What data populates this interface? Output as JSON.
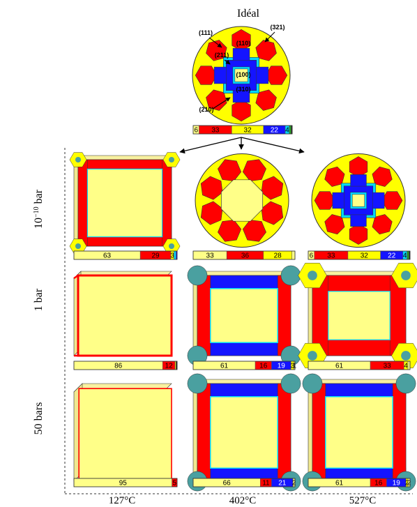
{
  "title": "Idéal",
  "ideal": {
    "facet_labels": [
      "(111)",
      "(321)",
      "(110)",
      "(211)",
      "(100)",
      "(310)",
      "(210)"
    ],
    "bar": [
      {
        "facet": "a",
        "value": 6,
        "label": "6"
      },
      {
        "facet": "b",
        "value": 33,
        "label": "33"
      },
      {
        "facet": "c",
        "value": 32,
        "label": "32"
      },
      {
        "facet": "d",
        "value": 22,
        "label": "22"
      },
      {
        "facet": "e",
        "value": 4,
        "label": "4"
      },
      {
        "facet": "f",
        "value": 2,
        "label": ""
      },
      {
        "facet": "g",
        "value": 1,
        "label": ""
      }
    ]
  },
  "colors": {
    "a": "#ffff88",
    "b": "#ff0000",
    "c": "#ffff00",
    "d": "#1414ff",
    "e": "#00d8ff",
    "f": "#22a022",
    "g": "#111111",
    "bar_text": "#000000",
    "bar_text_light": "#ffffff"
  },
  "row_labels": [
    {
      "main": "10",
      "sup": "−10",
      "tail": " bar"
    },
    {
      "main": "1 bar",
      "sup": "",
      "tail": ""
    },
    {
      "main": "50 bars",
      "sup": "",
      "tail": ""
    }
  ],
  "col_labels": [
    "127°C",
    "402°C",
    "527°C"
  ],
  "grid": [
    [
      {
        "shape": "cube-chamfer",
        "bar": [
          {
            "facet": "a",
            "value": 63,
            "label": "63"
          },
          {
            "facet": "b",
            "value": 29,
            "label": "29"
          },
          {
            "facet": "c",
            "value": 3,
            "label": "3"
          },
          {
            "facet": "e",
            "value": 2,
            "label": ""
          },
          {
            "facet": "d",
            "value": 1,
            "label": ""
          }
        ]
      },
      {
        "shape": "round-hex",
        "bar": [
          {
            "facet": "a",
            "value": 33,
            "label": "33"
          },
          {
            "facet": "b",
            "value": 36,
            "label": "36"
          },
          {
            "facet": "c",
            "value": 28,
            "label": "28"
          },
          {
            "facet": "a",
            "value": 3,
            "label": ""
          }
        ]
      },
      {
        "shape": "ideal-like",
        "bar": [
          {
            "facet": "a",
            "value": 6,
            "label": "6"
          },
          {
            "facet": "b",
            "value": 33,
            "label": "33"
          },
          {
            "facet": "c",
            "value": 32,
            "label": "32"
          },
          {
            "facet": "d",
            "value": 22,
            "label": "22"
          },
          {
            "facet": "e",
            "value": 4,
            "label": "4"
          },
          {
            "facet": "f",
            "value": 2,
            "label": ""
          },
          {
            "facet": "g",
            "value": 1,
            "label": ""
          }
        ]
      }
    ],
    [
      {
        "shape": "cube-edge-red",
        "bar": [
          {
            "facet": "a",
            "value": 86,
            "label": "86"
          },
          {
            "facet": "b",
            "value": 12,
            "label": "12"
          },
          {
            "facet": "c",
            "value": 1,
            "label": ""
          },
          {
            "facet": "g",
            "value": 1,
            "label": ""
          }
        ]
      },
      {
        "shape": "cube-rb-edges",
        "bar": [
          {
            "facet": "a",
            "value": 61,
            "label": "61"
          },
          {
            "facet": "b",
            "value": 16,
            "label": "16"
          },
          {
            "facet": "d",
            "value": 19,
            "label": "19"
          },
          {
            "facet": "c",
            "value": 3,
            "label": "3"
          },
          {
            "facet": "a",
            "value": 1,
            "label": "1"
          }
        ]
      },
      {
        "shape": "cube-chamfer-wide",
        "bar": [
          {
            "facet": "a",
            "value": 61,
            "label": "61"
          },
          {
            "facet": "b",
            "value": 33,
            "label": "33"
          },
          {
            "facet": "c",
            "value": 4,
            "label": "4"
          },
          {
            "facet": "a",
            "value": 2,
            "label": ""
          }
        ]
      }
    ],
    [
      {
        "shape": "cube-plain",
        "bar": [
          {
            "facet": "a",
            "value": 95,
            "label": "95"
          },
          {
            "facet": "b",
            "value": 5,
            "label": "5"
          }
        ]
      },
      {
        "shape": "cube-rb-edges",
        "bar": [
          {
            "facet": "a",
            "value": 66,
            "label": "66"
          },
          {
            "facet": "b",
            "value": 11,
            "label": "11"
          },
          {
            "facet": "d",
            "value": 21,
            "label": "21"
          },
          {
            "facet": "a",
            "value": 2,
            "label": "2"
          }
        ]
      },
      {
        "shape": "cube-rb-edges",
        "bar": [
          {
            "facet": "a",
            "value": 61,
            "label": "61"
          },
          {
            "facet": "b",
            "value": 16,
            "label": "16"
          },
          {
            "facet": "d",
            "value": 19,
            "label": "19"
          },
          {
            "facet": "c",
            "value": 2,
            "label": "2"
          },
          {
            "facet": "a",
            "value": 2,
            "label": "2"
          }
        ]
      }
    ]
  ]
}
